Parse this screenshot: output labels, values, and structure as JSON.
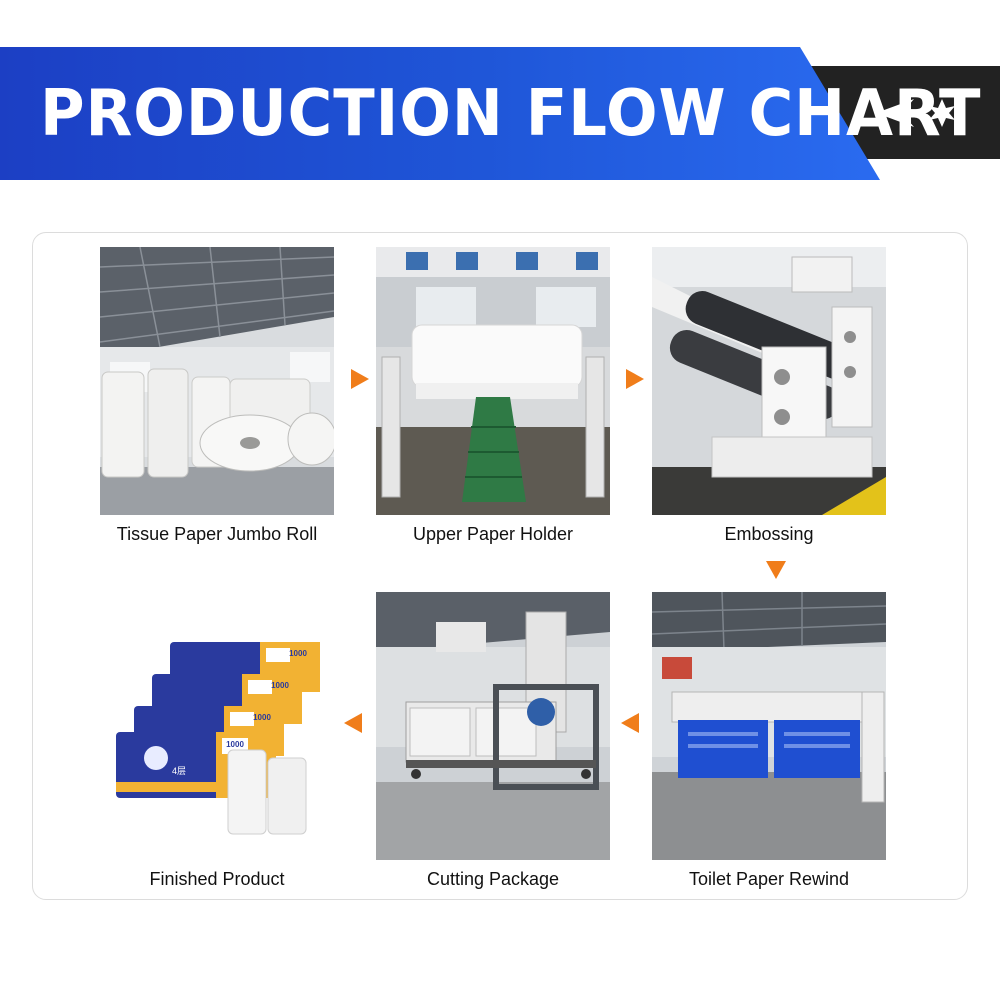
{
  "header": {
    "title": "PRODUCTION FLOW CHART",
    "accent_color": "#1f56d8",
    "icons": [
      "send-arrow-icon",
      "star-burst-icon"
    ]
  },
  "steps": [
    {
      "label": "Tissue Paper Jumbo Roll"
    },
    {
      "label": "Upper Paper Holder"
    },
    {
      "label": "Embossing"
    },
    {
      "label": "Toilet Paper Rewind"
    },
    {
      "label": "Cutting Package"
    },
    {
      "label": "Finished Product"
    }
  ],
  "arrow_color": "#f07d1a",
  "product": {
    "pack_count": "1000",
    "pack_size": "4层"
  }
}
